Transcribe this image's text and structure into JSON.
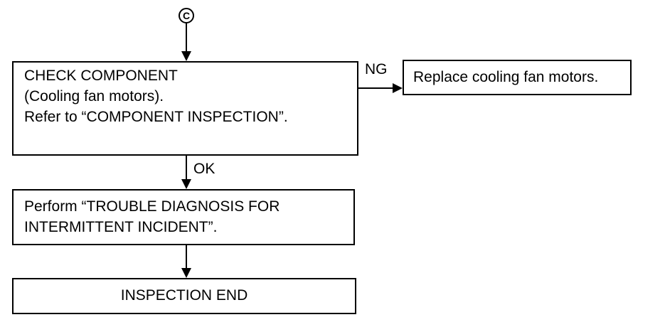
{
  "connector": {
    "letter": "C"
  },
  "boxes": {
    "check": {
      "lines": [
        "CHECK COMPONENT",
        "(Cooling fan motors).",
        "Refer to “COMPONENT INSPECTION”."
      ]
    },
    "replace": {
      "text": "Replace cooling fan motors."
    },
    "perform": {
      "lines": [
        "Perform “TROUBLE DIAGNOSIS FOR",
        "INTERMITTENT INCIDENT”."
      ]
    },
    "end": {
      "text": "INSPECTION END"
    }
  },
  "labels": {
    "ng": "NG",
    "ok": "OK"
  }
}
